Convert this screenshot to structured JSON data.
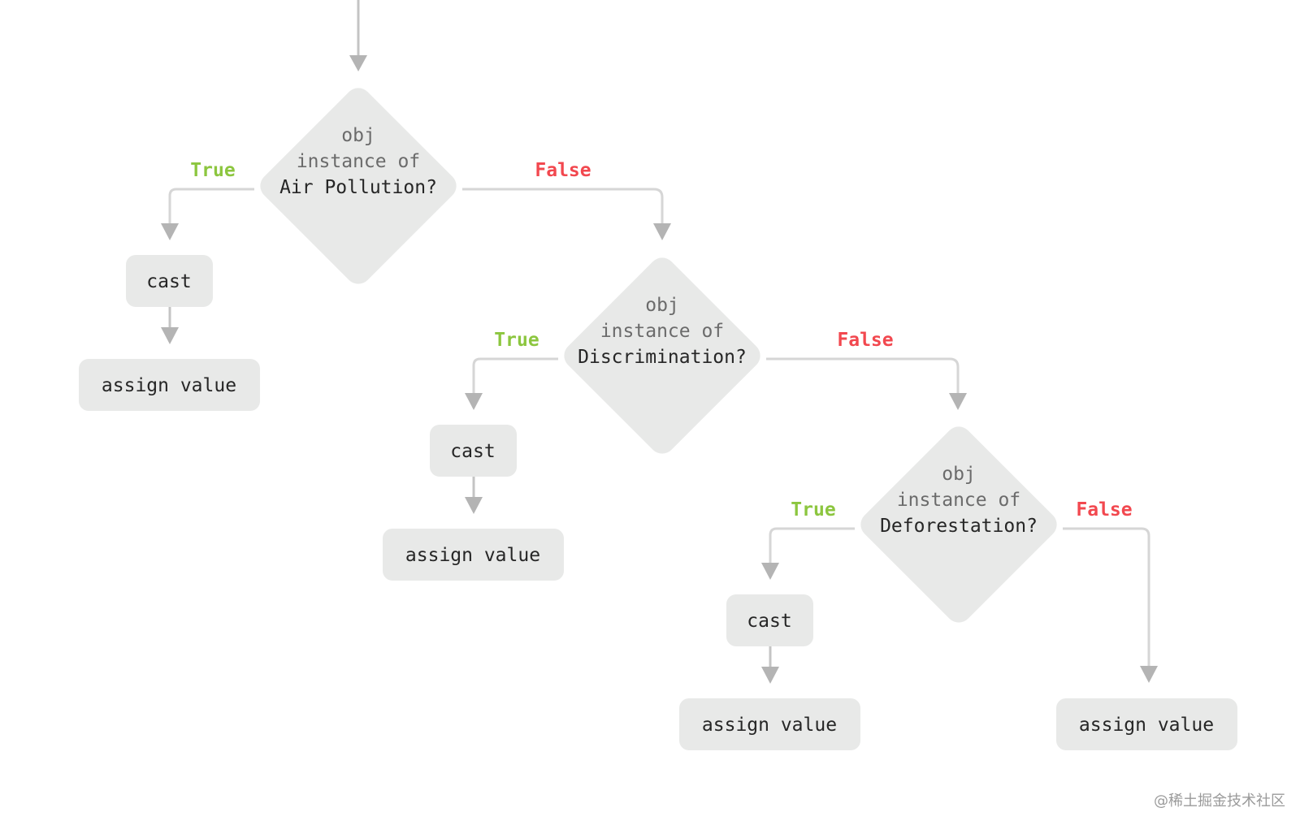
{
  "colors": {
    "true_label": "#8cc63f",
    "false_label": "#f2484f",
    "node_fill": "#e8e9e8",
    "arrow": "#b4b4b4"
  },
  "decisions": [
    {
      "line1": "obj",
      "line2": "instance of",
      "line3": "Air Pollution?"
    },
    {
      "line1": "obj",
      "line2": "instance of",
      "line3": "Discrimination?"
    },
    {
      "line1": "obj",
      "line2": "instance of",
      "line3": "Deforestation?"
    }
  ],
  "branch_labels": {
    "true": "True",
    "false": "False"
  },
  "actions": {
    "cast": "cast",
    "assign": "assign value"
  },
  "watermark": "@稀土掘金技术社区"
}
